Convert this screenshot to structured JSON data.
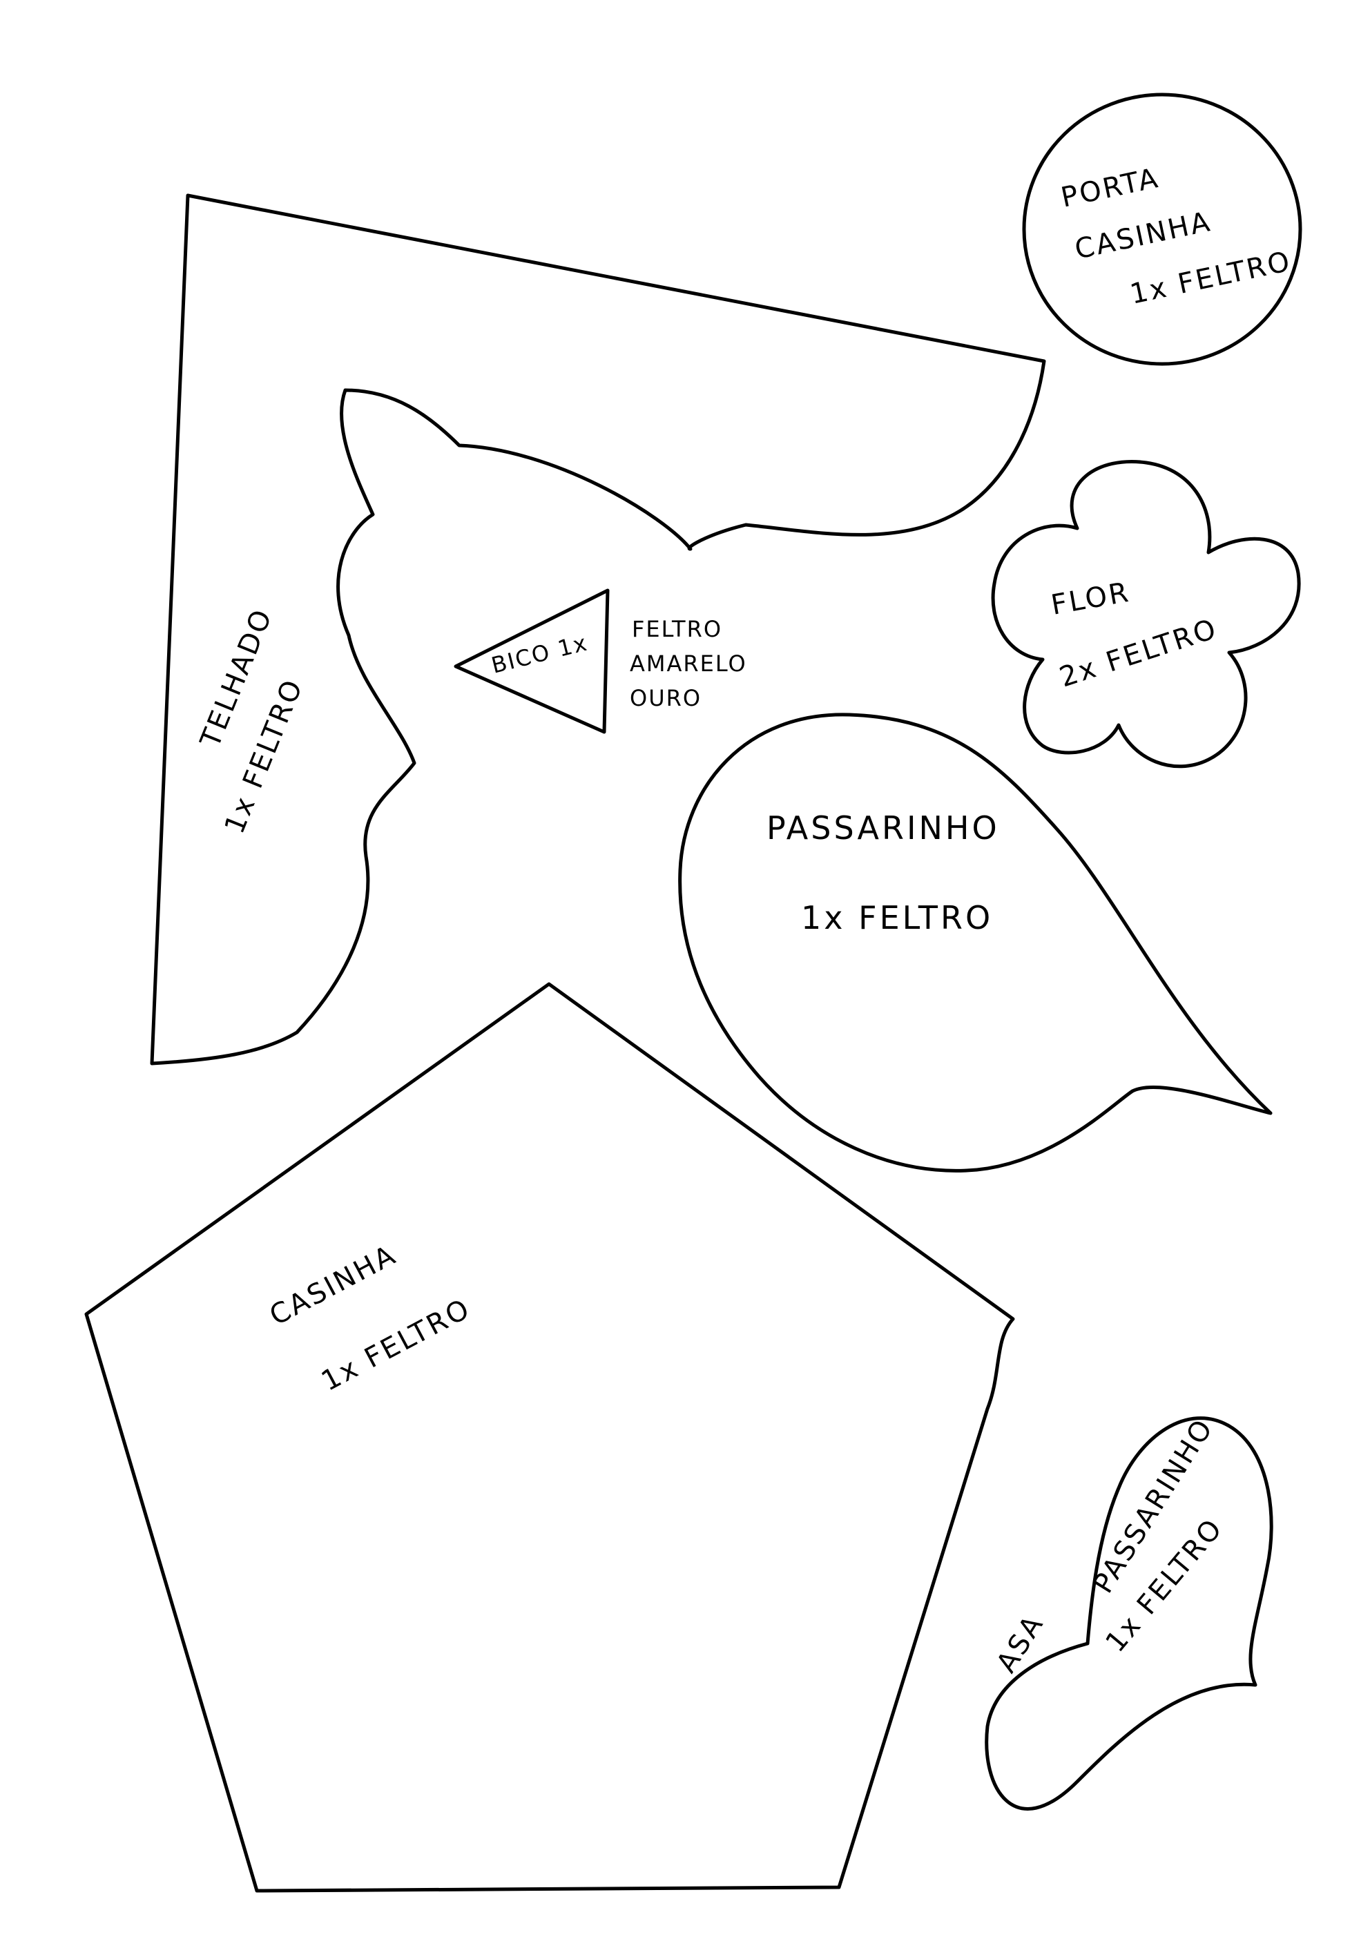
{
  "pieces": {
    "porta": {
      "line1": "PORTA",
      "line2": "CASINHA",
      "line3": "1x FELTRO"
    },
    "telhado": {
      "line1": "TELHADO",
      "line2": "1x FELTRO"
    },
    "bico": {
      "inside": "BICO 1x",
      "line1": "FELTRO",
      "line2": "AMARELO",
      "line3": "OURO"
    },
    "flor": {
      "line1": "FLOR",
      "line2": "2x FELTRO"
    },
    "passarinho": {
      "line1": "PASSARINHO",
      "line2": "1x FELTRO"
    },
    "casinha": {
      "line1": "CASINHA",
      "line2": "1x FELTRO"
    },
    "asa": {
      "line1": "ASA",
      "line2": "PASSARINHO",
      "line3": "1x FELTRO"
    }
  }
}
